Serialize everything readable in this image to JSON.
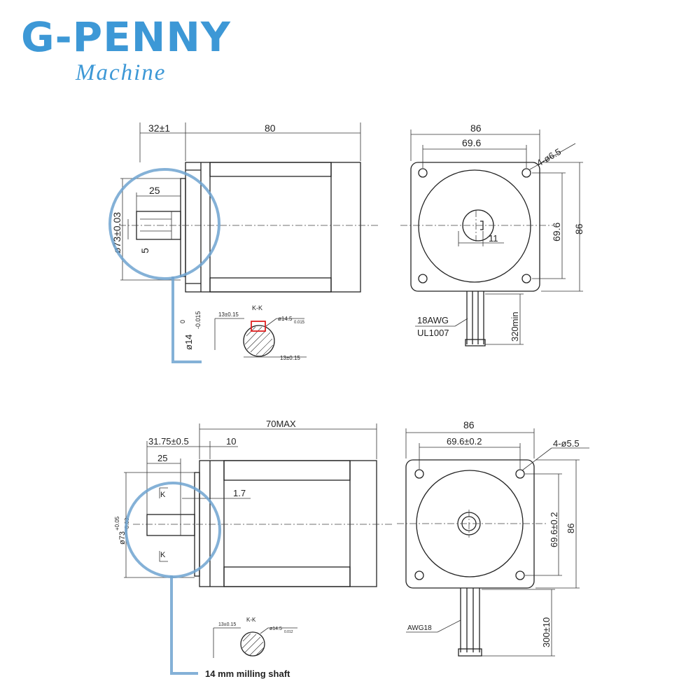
{
  "brand": {
    "name": "G-PENNY",
    "subtitle": "Machine",
    "color": "#3d98d6"
  },
  "top_drawing": {
    "dims": {
      "shaft_len": "32±1",
      "body_len": "80",
      "flat_len": "25",
      "key_depth": "5",
      "pilot_dia": "ø73±0.03",
      "shaft_dia": "ø14",
      "shaft_dia_tol_upper": "0",
      "shaft_dia_tol_lower": "-0.015",
      "flange_width": "86",
      "hole_spacing_h": "69.6",
      "hole_spacing_v": "69.6",
      "flange_height": "86",
      "mount_holes": "4-ø6.5",
      "key_width": "11",
      "wire_gauge": "18AWG",
      "wire_spec": "UL1007",
      "lead_len": "320min"
    },
    "section": {
      "label": "K-K",
      "flat_dim_left": "13±0.15",
      "dia": "ø14.5",
      "dia_tol": "0.015",
      "flat_dim_bottom": "13±0.15"
    }
  },
  "bottom_drawing": {
    "dims": {
      "body_len": "70MAX",
      "shaft_len": "31.75±0.5",
      "boss_len": "10",
      "flat_len": "25",
      "boss_height": "1.7",
      "pilot_dia": "ø73",
      "pilot_tol_upper": "+0.05",
      "pilot_tol_lower": "-0.03",
      "section_mark_top": "K",
      "section_mark_bottom": "K",
      "flange_width": "86",
      "hole_spacing_h": "69.6±0.2",
      "hole_spacing_v": "69.6±0.2",
      "flange_height": "86",
      "mount_holes": "4-ø5.5",
      "wire_gauge": "AWG18",
      "lead_len": "300±10"
    },
    "section": {
      "label": "K-K",
      "flat_dim": "13±0.15",
      "dia": "ø14.5",
      "dia_tol": "0.012"
    },
    "callout": "14 mm milling shaft"
  },
  "colors": {
    "highlight_circle": "#6fa3d0",
    "section_marker": "#e02020",
    "line": "#222222"
  }
}
